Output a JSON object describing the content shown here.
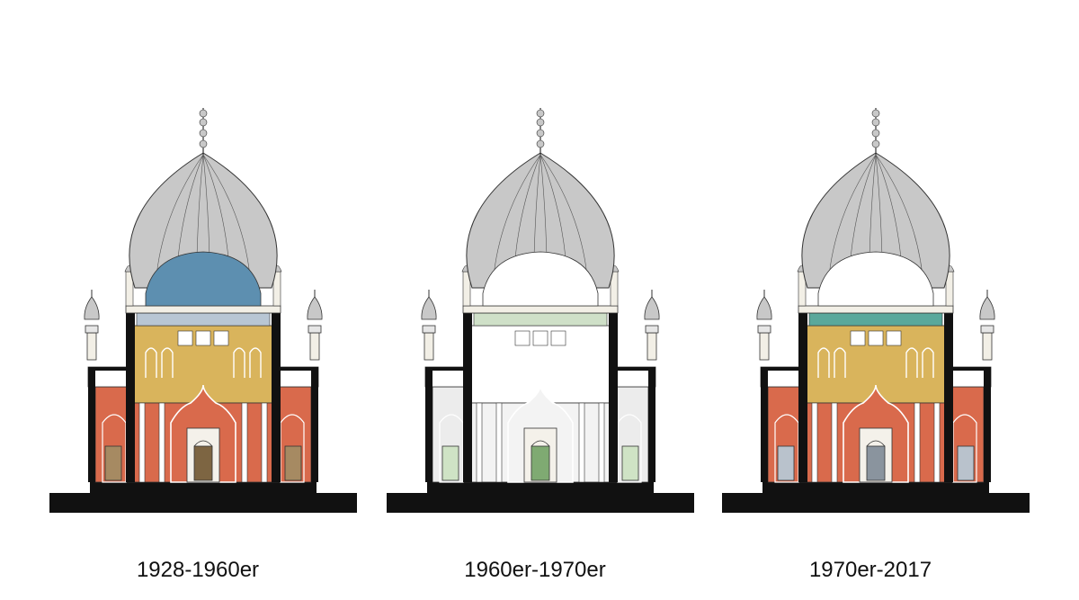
{
  "panels": [
    {
      "id": "p1",
      "caption": "1928-1960er",
      "colors": {
        "dome_inner": "#5d8fb0",
        "dome_inner_top": "#7fa9c4",
        "upper_wall": "#d9b45c",
        "lower_wall": "#d96a4c",
        "side_wall": "#d96a4c",
        "frieze": "#b8c6d4",
        "frieze_text": "",
        "doors": "#a68a62",
        "door_center": "#7d6542"
      }
    },
    {
      "id": "p2",
      "caption": "1960er-1970er",
      "colors": {
        "dome_inner": "#ffffff",
        "dome_inner_top": "#ffffff",
        "upper_wall": "#ffffff",
        "lower_wall": "#f3f3f3",
        "side_wall": "#ececec",
        "frieze": "#cfe0c8",
        "frieze_text": "#ffffff",
        "doors": "#cfe3c5",
        "door_center": "#7faa72"
      }
    },
    {
      "id": "p3",
      "caption": "1970er-2017",
      "colors": {
        "dome_inner": "#ffffff",
        "dome_inner_top": "#ffffff",
        "upper_wall": "#d9b45c",
        "lower_wall": "#d96a4c",
        "side_wall": "#d96a4c",
        "frieze": "#5aa89b",
        "frieze_text": "#ffffff",
        "doors": "#b9c2cc",
        "door_center": "#8a949e"
      }
    }
  ],
  "palette": {
    "dome_shell": "#c8c8c8",
    "outline": "#333333",
    "wall_black": "#111111",
    "trim": "#f2efe6"
  }
}
